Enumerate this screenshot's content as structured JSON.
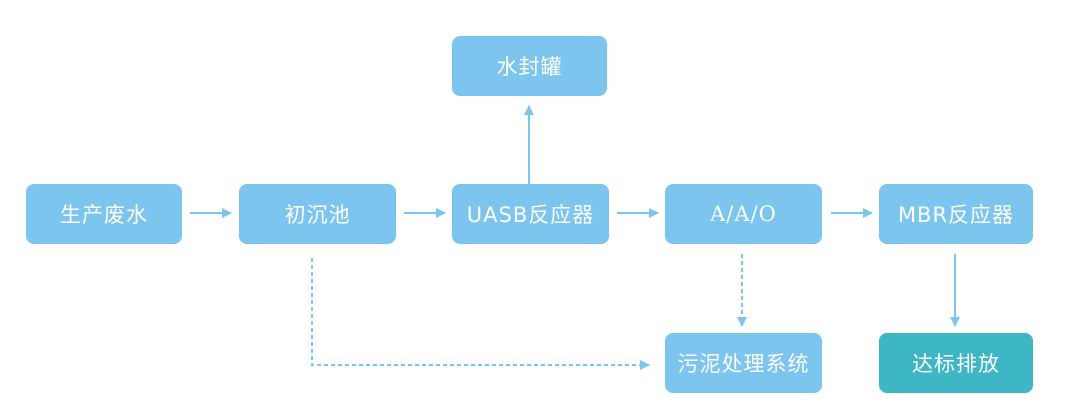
{
  "nodes": {
    "wastewater": "生产废水",
    "primary_clarifier": "初沉池",
    "uasb": "UASB反应器",
    "water_seal": "水封罐",
    "aao": "A/A/O",
    "mbr": "MBR反应器",
    "sludge": "污泥处理系统",
    "discharge": "达标排放"
  },
  "colors": {
    "node": "#7cc5ee",
    "node_final": "#3db6c6",
    "arrow": "#7cc5ee"
  }
}
